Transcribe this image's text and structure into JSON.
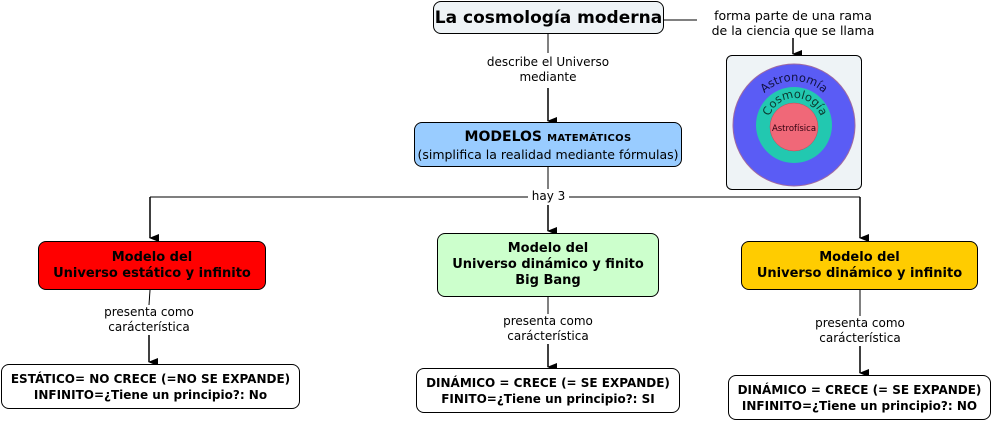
{
  "root": {
    "label": "La cosmología moderna",
    "fill": "#eef3f6"
  },
  "branch_link": {
    "line1": "forma parte de una rama",
    "line2": "de la ciencia que se llama"
  },
  "science_image": {
    "rings": [
      {
        "label": "Astronomía",
        "color": "#5a5cf5"
      },
      {
        "label": "Cosmología",
        "color": "#22c8b0"
      },
      {
        "label": "Astrofísica",
        "color": "#f06878"
      }
    ]
  },
  "describe_link": {
    "line1": "describe el Universo",
    "line2": "mediante"
  },
  "models": {
    "title": "MODELOS",
    "title_small": "MATEMÁTICOS",
    "subtitle": "(simplifica la realidad mediante fórmulas)",
    "fill": "#99ccff"
  },
  "count_link": "hay 3",
  "branches": [
    {
      "model_line1": "Modelo del",
      "model_line2": "Universo estático y infinito",
      "model_line3": "",
      "fill": "#ff0000",
      "link_line1": "presenta como",
      "link_line2": "carácterística",
      "feature_line1": "ESTÁTICO= NO CRECE (=NO SE EXPANDE)",
      "feature_line2": "INFINITO=¿Tiene un principio?: No"
    },
    {
      "model_line1": "Modelo del",
      "model_line2": "Universo dinámico y finito",
      "model_line3": "Big Bang",
      "fill": "#ccffcc",
      "link_line1": "presenta como",
      "link_line2": "carácterística",
      "feature_line1": "DINÁMICO = CRECE (= SE EXPANDE)",
      "feature_line2": "FINITO=¿Tiene un principio?: SI"
    },
    {
      "model_line1": "Modelo del",
      "model_line2": "Universo dinámico y infinito",
      "model_line3": "",
      "fill": "#ffcc00",
      "link_line1": "presenta como",
      "link_line2": "carácterística",
      "feature_line1": "DINÁMICO = CRECE (= SE EXPANDE)",
      "feature_line2": "INFINITO=¿Tiene un principio?: NO"
    }
  ]
}
